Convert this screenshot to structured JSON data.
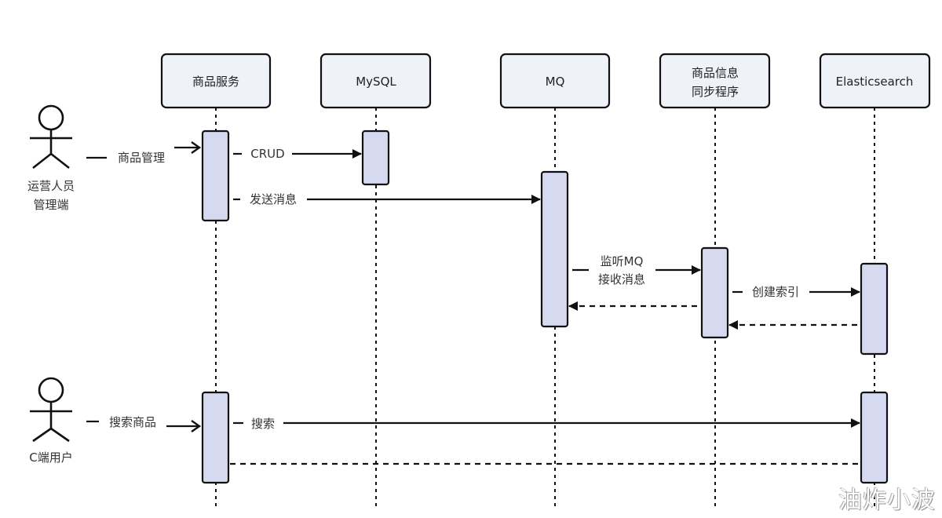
{
  "participants": [
    {
      "id": "goods-service",
      "lines": [
        "商品服务"
      ]
    },
    {
      "id": "mysql",
      "lines": [
        "MySQL"
      ]
    },
    {
      "id": "mq",
      "lines": [
        "MQ"
      ]
    },
    {
      "id": "sync-program",
      "lines": [
        "商品信息",
        "同步程序"
      ]
    },
    {
      "id": "elasticsearch",
      "lines": [
        "Elasticsearch"
      ]
    }
  ],
  "actors": [
    {
      "id": "admin",
      "lines": [
        "运营人员",
        "管理端"
      ]
    },
    {
      "id": "c-user",
      "lines": [
        "C端用户"
      ]
    }
  ],
  "messages": [
    {
      "from": "admin",
      "to": "goods-service",
      "lines": [
        "商品管理"
      ],
      "style": "open"
    },
    {
      "from": "goods-service",
      "to": "mysql",
      "lines": [
        "CRUD"
      ],
      "style": "solid"
    },
    {
      "from": "goods-service",
      "to": "mq",
      "lines": [
        "发送消息"
      ],
      "style": "solid"
    },
    {
      "from": "mq",
      "to": "sync-program",
      "lines": [
        "监听MQ",
        "接收消息"
      ],
      "style": "solid"
    },
    {
      "from": "sync-program",
      "to": "mq",
      "lines": [],
      "style": "dashed"
    },
    {
      "from": "sync-program",
      "to": "elasticsearch",
      "lines": [
        "创建索引"
      ],
      "style": "solid"
    },
    {
      "from": "elasticsearch",
      "to": "sync-program",
      "lines": [],
      "style": "dashed"
    },
    {
      "from": "c-user",
      "to": "goods-service",
      "lines": [
        "搜索商品"
      ],
      "style": "open"
    },
    {
      "from": "goods-service",
      "to": "elasticsearch",
      "lines": [
        "搜索"
      ],
      "style": "solid"
    },
    {
      "from": "elasticsearch",
      "to": "goods-service",
      "lines": [],
      "style": "dashed-noarrow"
    }
  ],
  "watermark": "油炸小波",
  "colors": {
    "participant_fill": "#f0f2fa",
    "activation_fill": "#d6daf0",
    "stroke": "#111111"
  }
}
